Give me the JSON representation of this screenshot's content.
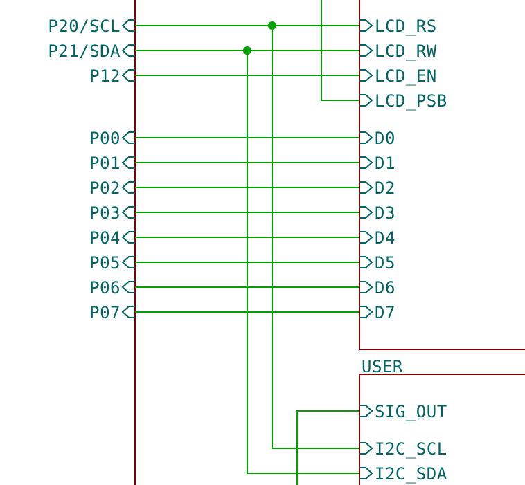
{
  "left_sheet": {
    "pins": [
      {
        "label": "P20/SCL"
      },
      {
        "label": "P21/SDA"
      },
      {
        "label": "P12"
      },
      {
        "label": "P00"
      },
      {
        "label": "P01"
      },
      {
        "label": "P02"
      },
      {
        "label": "P03"
      },
      {
        "label": "P04"
      },
      {
        "label": "P05"
      },
      {
        "label": "P06"
      },
      {
        "label": "P07"
      }
    ]
  },
  "right_sheet": {
    "pins": [
      {
        "label": "LCD_RS"
      },
      {
        "label": "LCD_RW"
      },
      {
        "label": "LCD_EN"
      },
      {
        "label": "LCD_PSB"
      },
      {
        "label": "D0"
      },
      {
        "label": "D1"
      },
      {
        "label": "D2"
      },
      {
        "label": "D3"
      },
      {
        "label": "D4"
      },
      {
        "label": "D5"
      },
      {
        "label": "D6"
      },
      {
        "label": "D7"
      }
    ]
  },
  "user_sheet": {
    "title": "USER",
    "pins": [
      {
        "label": "SIG_OUT"
      },
      {
        "label": "I2C_SCL"
      },
      {
        "label": "I2C_SDA"
      }
    ]
  },
  "colors": {
    "wire": "#00a000",
    "sheet_border": "#840000",
    "pin_text": "#006464"
  }
}
